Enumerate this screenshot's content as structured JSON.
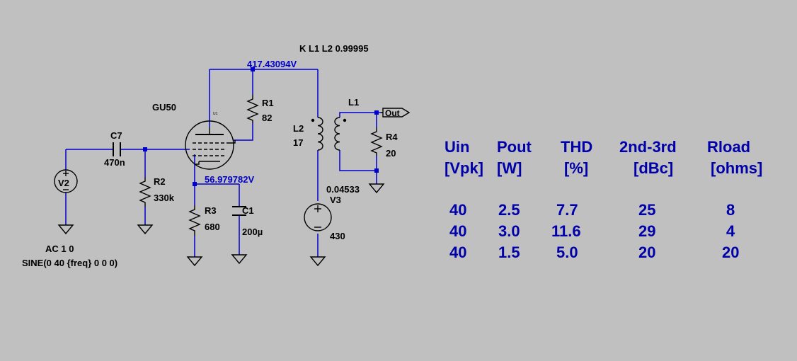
{
  "schematic": {
    "spice_directive": "K L1 L2 0.99995",
    "tube": {
      "name": "GU50",
      "ref": "U1"
    },
    "node_voltages": {
      "plate": "417.43094V",
      "cathode": "56.979782V"
    },
    "components": {
      "R1": {
        "ref": "R1",
        "value": "82"
      },
      "R2": {
        "ref": "R2",
        "value": "330k"
      },
      "R3": {
        "ref": "R3",
        "value": "680"
      },
      "R4": {
        "ref": "R4",
        "value": "20"
      },
      "C1": {
        "ref": "C1",
        "value": "200µ"
      },
      "C7": {
        "ref": "C7",
        "value": "470n"
      },
      "L1": {
        "ref": "L1"
      },
      "L2": {
        "ref": "L2",
        "value": "17"
      },
      "V2": {
        "ref": "V2",
        "ac": "AC 1 0",
        "sine": "SINE(0 40 {freq} 0 0 0)"
      },
      "V3": {
        "ref": "V3",
        "value": "430",
        "series_r": "0.04533"
      }
    },
    "net_label_out": "Out"
  },
  "table": {
    "headers": [
      {
        "name": "Uin",
        "unit": "[Vpk]"
      },
      {
        "name": "Pout",
        "unit": "[W]"
      },
      {
        "name": "THD",
        "unit": "[%]"
      },
      {
        "name": "2nd-3rd",
        "unit": "[dBc]"
      },
      {
        "name": "Rload",
        "unit": "[ohms]"
      }
    ],
    "rows": [
      [
        "40",
        "2.5",
        "7.7",
        "25",
        "8"
      ],
      [
        "40",
        "3.0",
        "11.6",
        "29",
        "4"
      ],
      [
        "40",
        "1.5",
        "5.0",
        "20",
        "20"
      ]
    ]
  },
  "colors": {
    "background": "#c0c0c0",
    "wire": "#0000cc",
    "component": "#000000",
    "table_text": "#0000aa"
  }
}
